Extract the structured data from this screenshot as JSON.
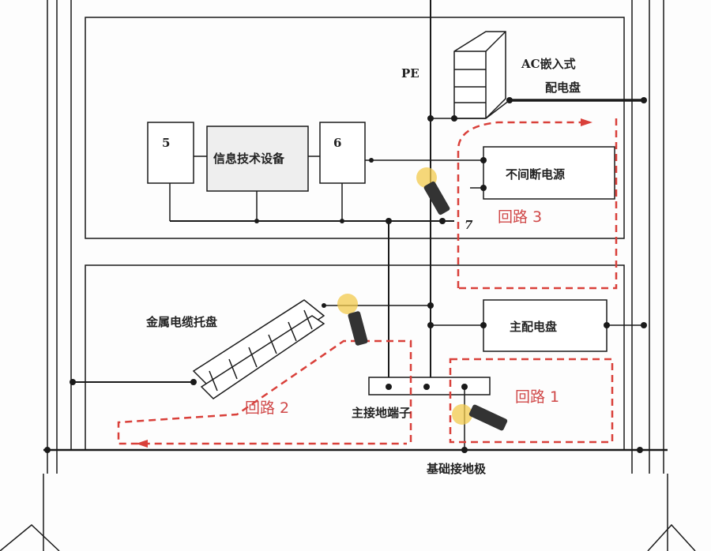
{
  "labels": {
    "pe": "PE",
    "ac_panel_line1": "AC嵌入式",
    "ac_panel_line2": "配电盘",
    "box5": "5",
    "it_equipment": "信息技术设备",
    "box6": "6",
    "ups": "不间断电源",
    "node7": "7",
    "cable_tray": "金属电缆托盘",
    "main_panel": "主配电盘",
    "main_ground_terminal": "主接地端子",
    "foundation_ground": "基础接地极"
  },
  "loops": {
    "loop1": "回路 1",
    "loop2": "回路 2",
    "loop3": "回路 3"
  },
  "colors": {
    "line": "#1a1a1a",
    "loop_dash": "#d9403a",
    "clamp_glow": "#f2c94c"
  }
}
